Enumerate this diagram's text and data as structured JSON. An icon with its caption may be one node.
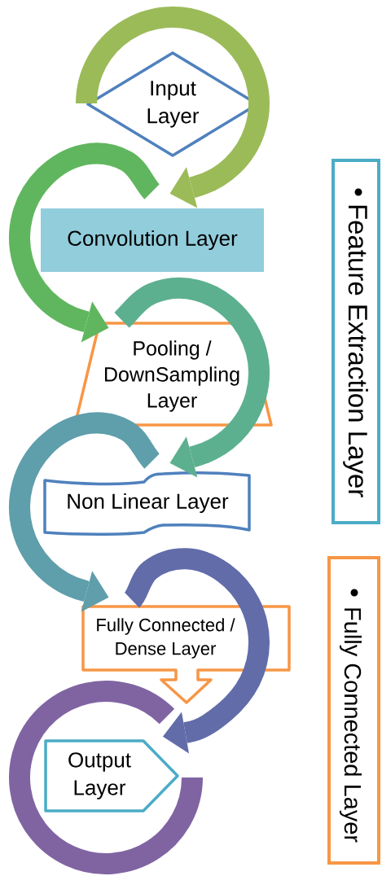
{
  "diagram": {
    "nodes": [
      {
        "text": [
          "Input Layer"
        ]
      },
      {
        "text": [
          "Convolution Layer"
        ]
      },
      {
        "text": [
          "Pooling / DownSampling Layer"
        ]
      },
      {
        "text": [
          "Non Linear Layer"
        ]
      },
      {
        "text": [
          "Fully Connected / Dense Layer"
        ]
      },
      {
        "text": [
          "Output Layer"
        ]
      },
      {
        "text": [
          "Feature Extraction Layer"
        ]
      },
      {
        "text": [
          "Fully Connected Layer"
        ]
      }
    ],
    "edges": [
      {
        "from": 0,
        "to": 1,
        "arrow": "to",
        "color": "#9bbb59"
      },
      {
        "from": 1,
        "to": 2,
        "arrow": "to",
        "color": "#60b65e"
      },
      {
        "from": 2,
        "to": 3,
        "arrow": "to",
        "color": "#5cb08f"
      },
      {
        "from": 3,
        "to": 4,
        "arrow": "to",
        "color": "#5f9eab"
      },
      {
        "from": 4,
        "to": 5,
        "arrow": "to",
        "color": "#616ca9"
      }
    ]
  }
}
